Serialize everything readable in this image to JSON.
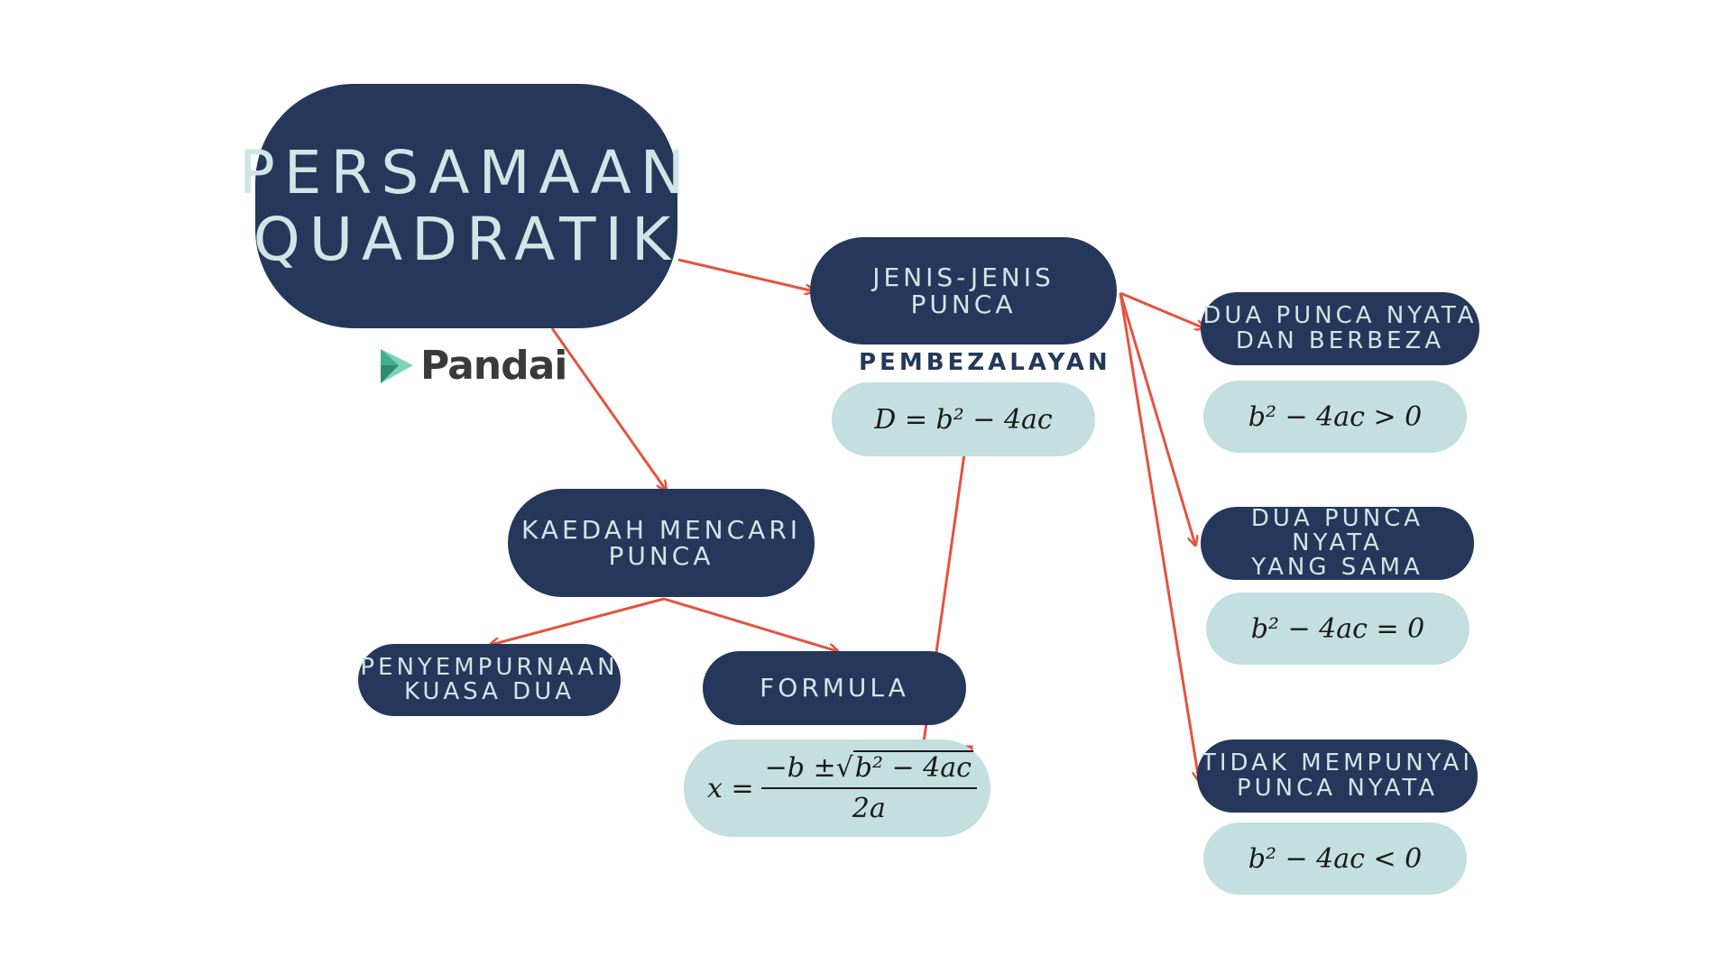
{
  "title": {
    "line1": "PERSAMAAN",
    "line2": "QUADRATIK"
  },
  "logo": {
    "text": "Pandai",
    "colors": [
      "#3fb08b",
      "#7cd3b8",
      "#2d8c6f"
    ]
  },
  "jenis": {
    "line1": "JENIS-JENIS",
    "line2": "PUNCA"
  },
  "pembezalayan": "PEMBEZALAYAN",
  "discriminant": "D = b² − 4ac",
  "kaedah": {
    "line1": "KAEDAH MENCARI",
    "line2": "PUNCA"
  },
  "penyempurnaan": {
    "line1": "PENYEMPURNAAN",
    "line2": "KUASA DUA"
  },
  "formula_label": "FORMULA",
  "formula": {
    "lhs": "x =",
    "num_a": "−b ±",
    "radical": "√",
    "radicand": "b² − 4ac",
    "den": "2a"
  },
  "cases": [
    {
      "line1": "DUA PUNCA NYATA",
      "line2": "DAN BERBEZA",
      "condition": "b² − 4ac > 0"
    },
    {
      "line1": "DUA PUNCA NYATA",
      "line2": "YANG SAMA",
      "condition": "b² − 4ac = 0"
    },
    {
      "line1": "TIDAK MEMPUNYAI",
      "line2": "PUNCA NYATA",
      "condition": "b² − 4ac < 0"
    }
  ],
  "colors": {
    "node": "#25375a",
    "node_text": "#cfe6e6",
    "pill": "#c3dfdf",
    "arrow": "#e5533d"
  }
}
